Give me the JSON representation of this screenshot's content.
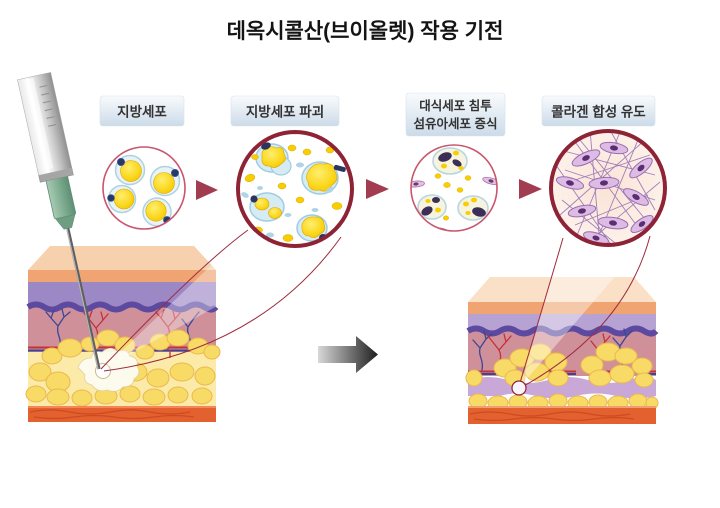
{
  "title": "데옥시콜산(브이올렛) 작용 기전",
  "steps": [
    {
      "id": "fat-cells",
      "label_lines": [
        "지방세포"
      ]
    },
    {
      "id": "fat-cell-destruction",
      "label_lines": [
        "지방세포 파괴"
      ]
    },
    {
      "id": "macrophage-fibroblast",
      "label_lines": [
        "대식세포 침투",
        "섬유아세포 증식"
      ]
    },
    {
      "id": "collagen-synthesis",
      "label_lines": [
        "콜라겐 합성 유도"
      ]
    }
  ],
  "icons": {
    "step_arrow": "triangle-right-icon",
    "transition_arrow": "big-right-arrow-icon",
    "syringe": "syringe-icon"
  },
  "colors": {
    "thin_circle_border": "#c9566c",
    "thick_circle_border": "#8e2336",
    "step_arrow": "#a23c50",
    "callout_line": "#9e2b3e",
    "label_box_top": "#f9fbfd",
    "label_box_bottom": "#ccdbe9",
    "label_text": "#333333",
    "fat_yellow": "#f7cf00",
    "membrane_blue": "#cde6ef",
    "nucleus_navy": "#273a64",
    "fibroblast_purple": "#dcbce4",
    "collagen_fiber": "#8f6bb5",
    "epidermis_peach": "#f7d0ae",
    "band_salmon": "#efa471",
    "dermis_purple": "#9d88c6",
    "dermis_wave": "#5b4aa0",
    "dermis_pink": "#d0909a",
    "fat_layer": "#fceba8",
    "fat_lobule": "#f8da67",
    "collagen_band": "#c9a7d6",
    "muscle": "#e2612e",
    "vessel_red": "#c5303a",
    "vessel_blue": "#3a4796",
    "syringe_green": "#7fae92",
    "transition_arrow_dark": "#1e1e1e",
    "transition_arrow_light": "#d8d8d8"
  }
}
